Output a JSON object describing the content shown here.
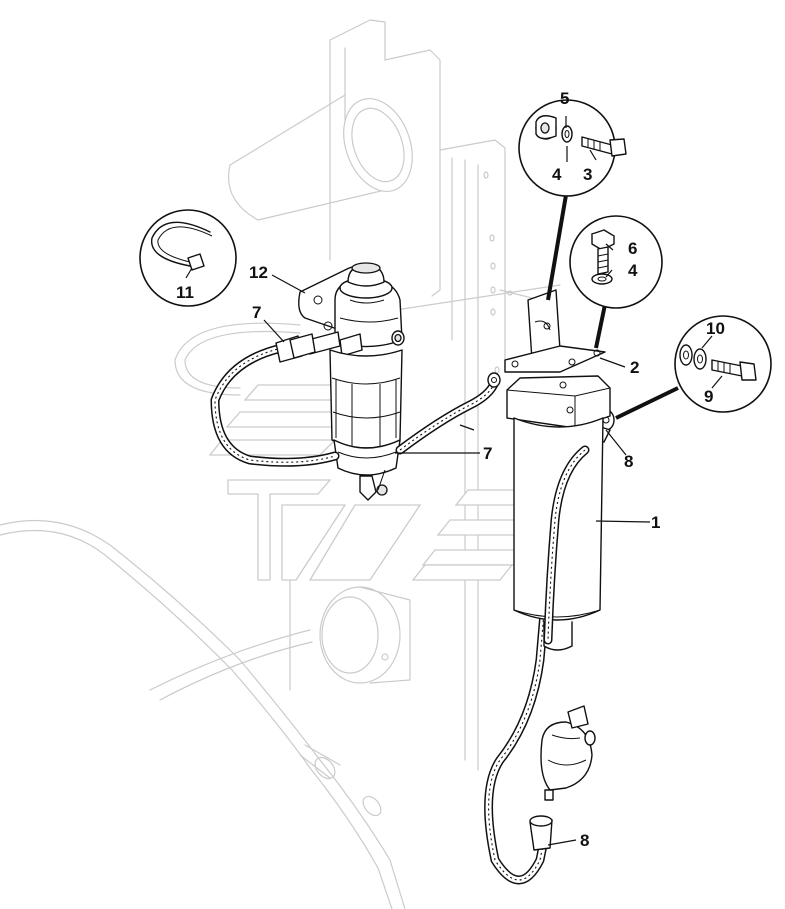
{
  "diagram": {
    "labels": {
      "filter_housing": "1",
      "mounting_bracket": "2",
      "bolt_a": "3",
      "washer_a": "4",
      "nut": "5",
      "washer_b": "4",
      "screw": "6",
      "fuel_pipe_left": "7",
      "fuel_pipe_center": "7",
      "hose_upper": "8",
      "hose_lower": "8",
      "bolt_b": "9",
      "washer_c": "10",
      "cable_tie": "11",
      "prefilter_bracket": "12"
    }
  }
}
